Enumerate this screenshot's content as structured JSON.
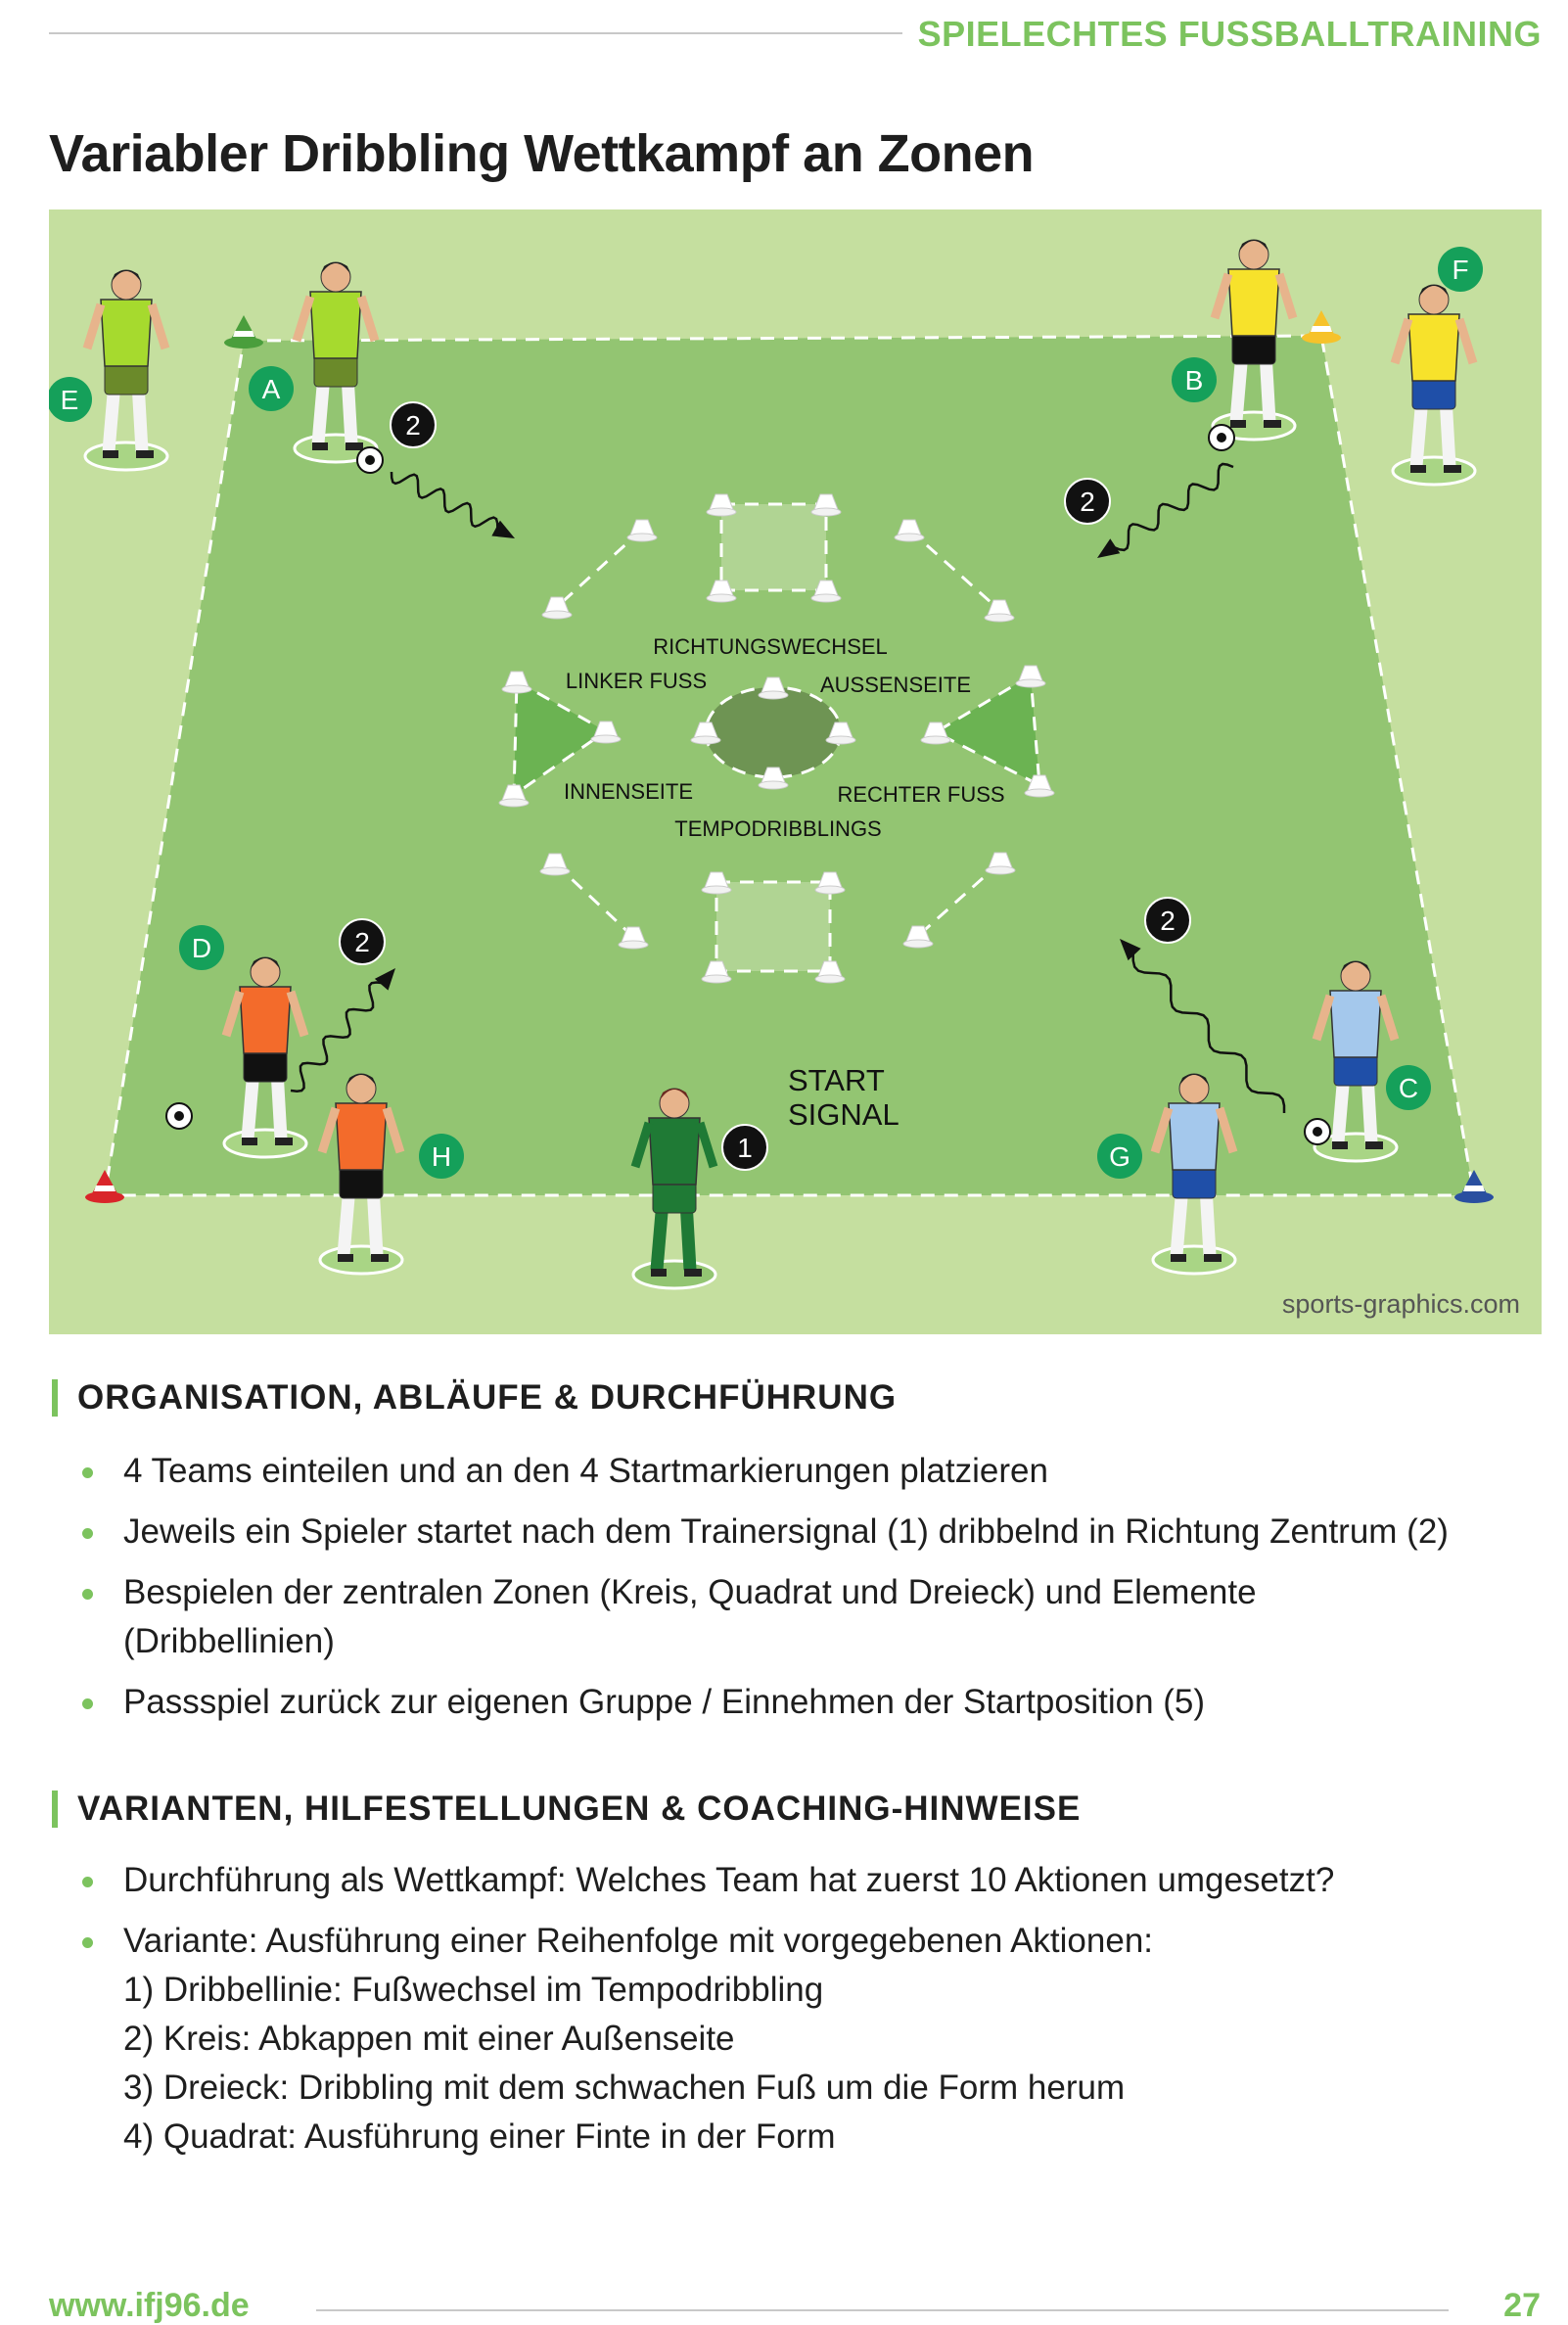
{
  "header": {
    "category": "SPIELECHTES FUSSBALLTRAINING",
    "title": "Variabler Dribbling Wettkampf an Zonen"
  },
  "diagram": {
    "zone_labels": {
      "richtungswechsel": "RICHTUNGSWECHSEL",
      "linker_fuss": "LINKER FUSS",
      "aussenseite": "AUSSENSEITE",
      "innenseite": "INNENSEITE",
      "rechter_fuss": "RECHTER FUSS",
      "tempodribblings": "TEMPODRIBBLINGS"
    },
    "start_signal": [
      "START",
      "SIGNAL"
    ],
    "step_badges": {
      "start": "1",
      "dribble": "2"
    },
    "player_labels": {
      "A": "A",
      "B": "B",
      "C": "C",
      "D": "D",
      "E": "E",
      "F": "F",
      "G": "G",
      "H": "H"
    },
    "credit": "sports-graphics.com",
    "colors": {
      "outer": "#c5df9f",
      "inner": "#93c572",
      "badge": "#15a05a",
      "team_lime": "#a6da2e",
      "team_yellow": "#f7e22b",
      "team_orange": "#f36b2b",
      "team_blue": "#a4c8ec",
      "coach": "#1f7a35"
    }
  },
  "organisation": {
    "heading": "ORGANISATION, ABLÄUFE & DURCHFÜHRUNG",
    "items": [
      "4 Teams einteilen und an den 4 Startmarkierungen platzieren",
      "Jeweils ein Spieler startet nach dem Trainersignal (1) dribbelnd in Richtung Zentrum (2)",
      "Bespielen der zentralen Zonen (Kreis, Quadrat und Dreieck) und Elemente (Dribbellinien)",
      "Passspiel zurück zur eigenen Gruppe / Einnehmen der Startposition (5)"
    ]
  },
  "varianten": {
    "heading": "VARIANTEN, HILFESTELLUNGEN & COACHING-HINWEISE",
    "items": [
      "Durchführung als Wettkampf: Welches Team hat zuerst 10 Aktionen umgesetzt?",
      "Variante: Ausführung einer Reihenfolge mit vorgegebenen Aktionen:"
    ],
    "steps": [
      "1) Dribbellinie: Fußwechsel im Tempodribbling",
      "2) Kreis: Abkappen mit einer Außenseite",
      "3) Dreieck: Dribbling mit dem schwachen Fuß um die Form herum",
      "4) Quadrat: Ausführung einer Finte in der Form"
    ]
  },
  "footer": {
    "website": "www.ifj96.de",
    "page": "27"
  }
}
